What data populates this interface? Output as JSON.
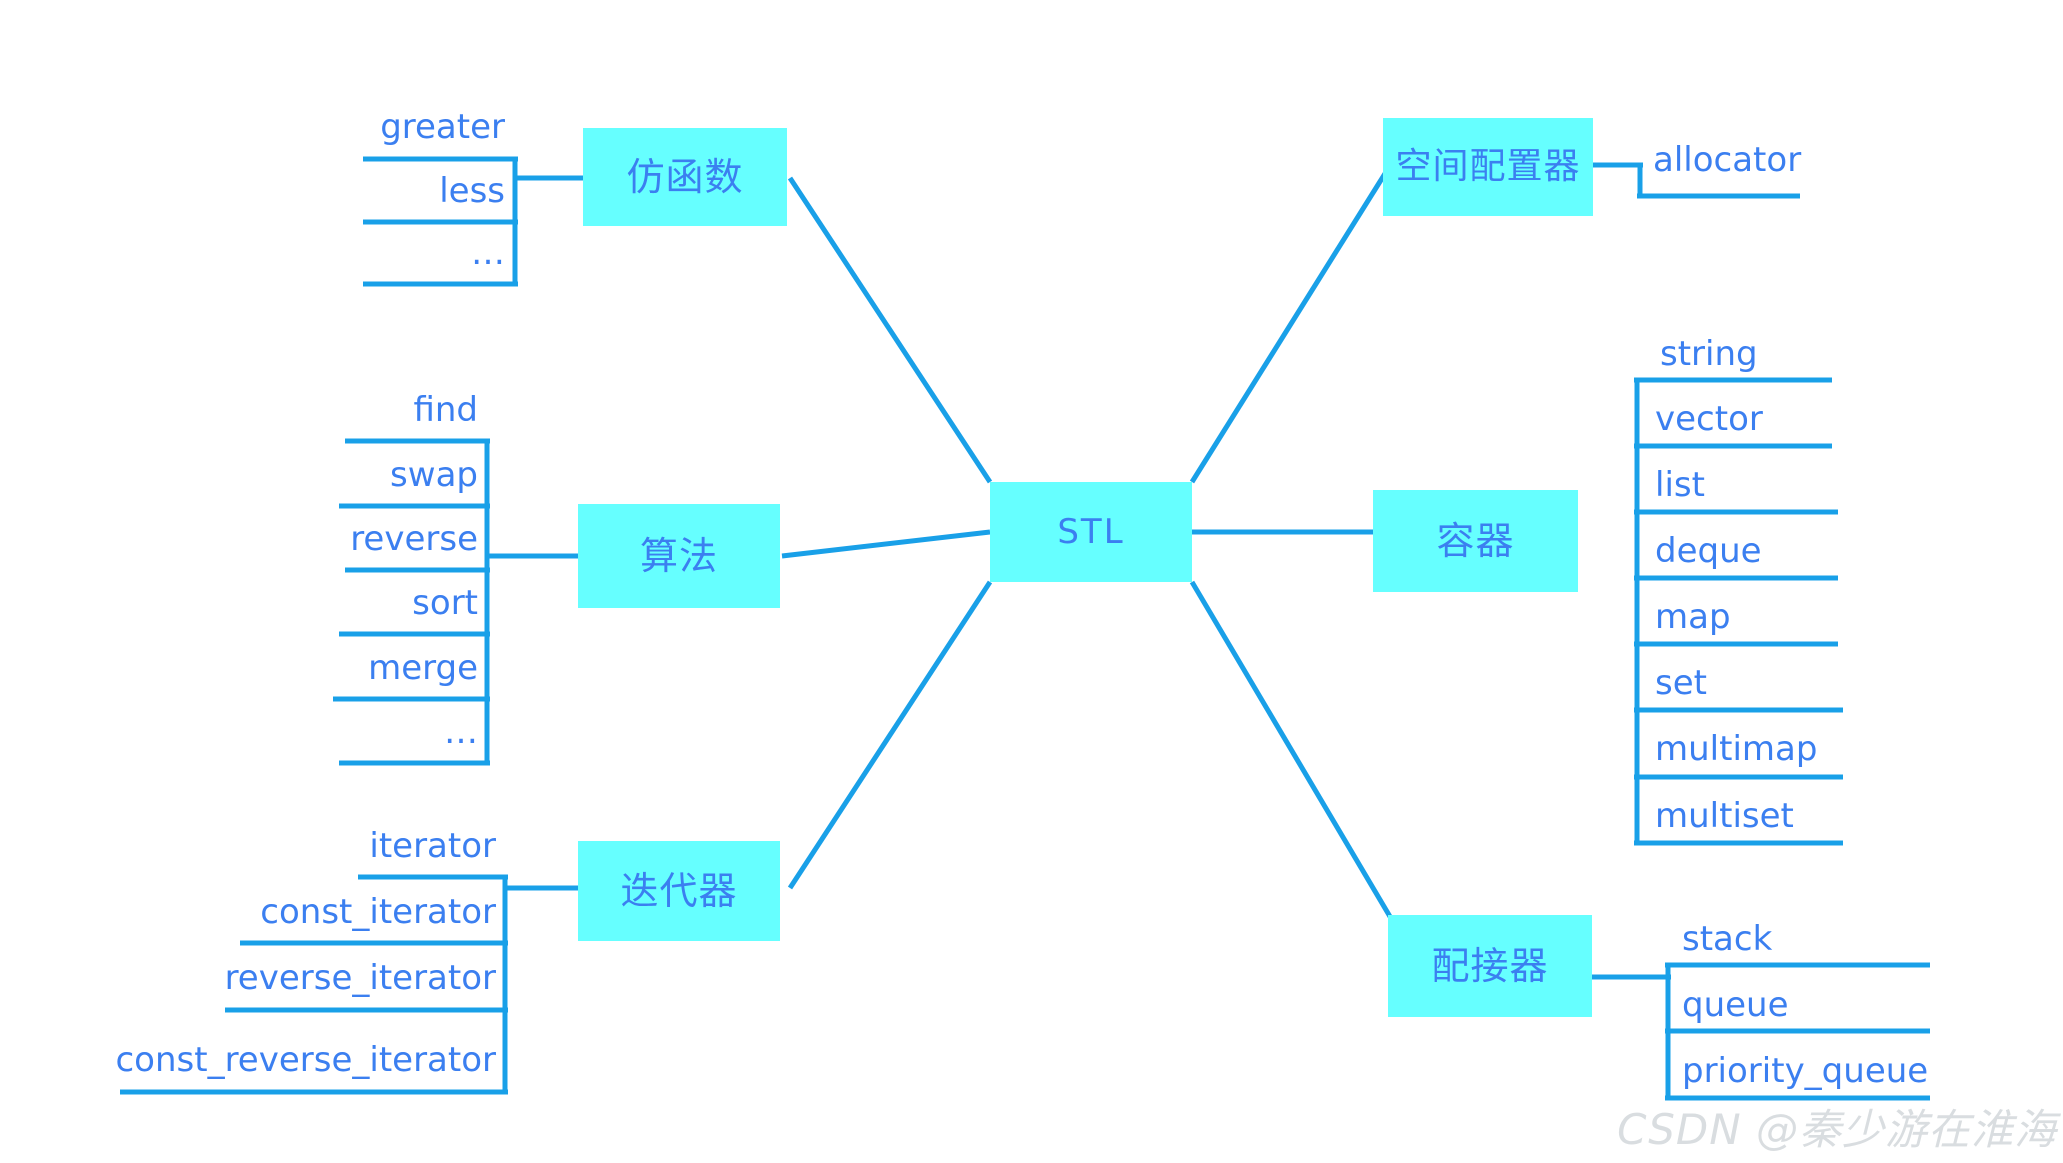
{
  "diagram": {
    "title": "STL",
    "colors": {
      "box_fill": "#66ffff",
      "text": "#3b7ff0",
      "line": "#19a0e8",
      "watermark": "#d9dde0",
      "background": "#ffffff"
    },
    "center": {
      "label": "STL"
    },
    "branches": [
      {
        "key": "functor",
        "label": "仿函数",
        "side": "left",
        "items": [
          "greater",
          "less",
          "…"
        ]
      },
      {
        "key": "algorithm",
        "label": "算法",
        "side": "left",
        "items": [
          "find",
          "swap",
          "reverse",
          "sort",
          "merge",
          "…"
        ]
      },
      {
        "key": "iterator",
        "label": "迭代器",
        "side": "left",
        "items": [
          "iterator",
          "const_iterator",
          "reverse_iterator",
          "const_reverse_iterator"
        ]
      },
      {
        "key": "allocator",
        "label": "空间配置器",
        "side": "right",
        "items": [
          "allocator"
        ]
      },
      {
        "key": "container",
        "label": "容器",
        "side": "right",
        "items": [
          "string",
          "vector",
          "list",
          "deque",
          "map",
          "set",
          "multimap",
          "multiset"
        ]
      },
      {
        "key": "adapter",
        "label": "配接器",
        "side": "right",
        "items": [
          "stack",
          "queue",
          "priority_queue"
        ]
      }
    ],
    "watermark": "CSDN @秦少游在淮海"
  }
}
